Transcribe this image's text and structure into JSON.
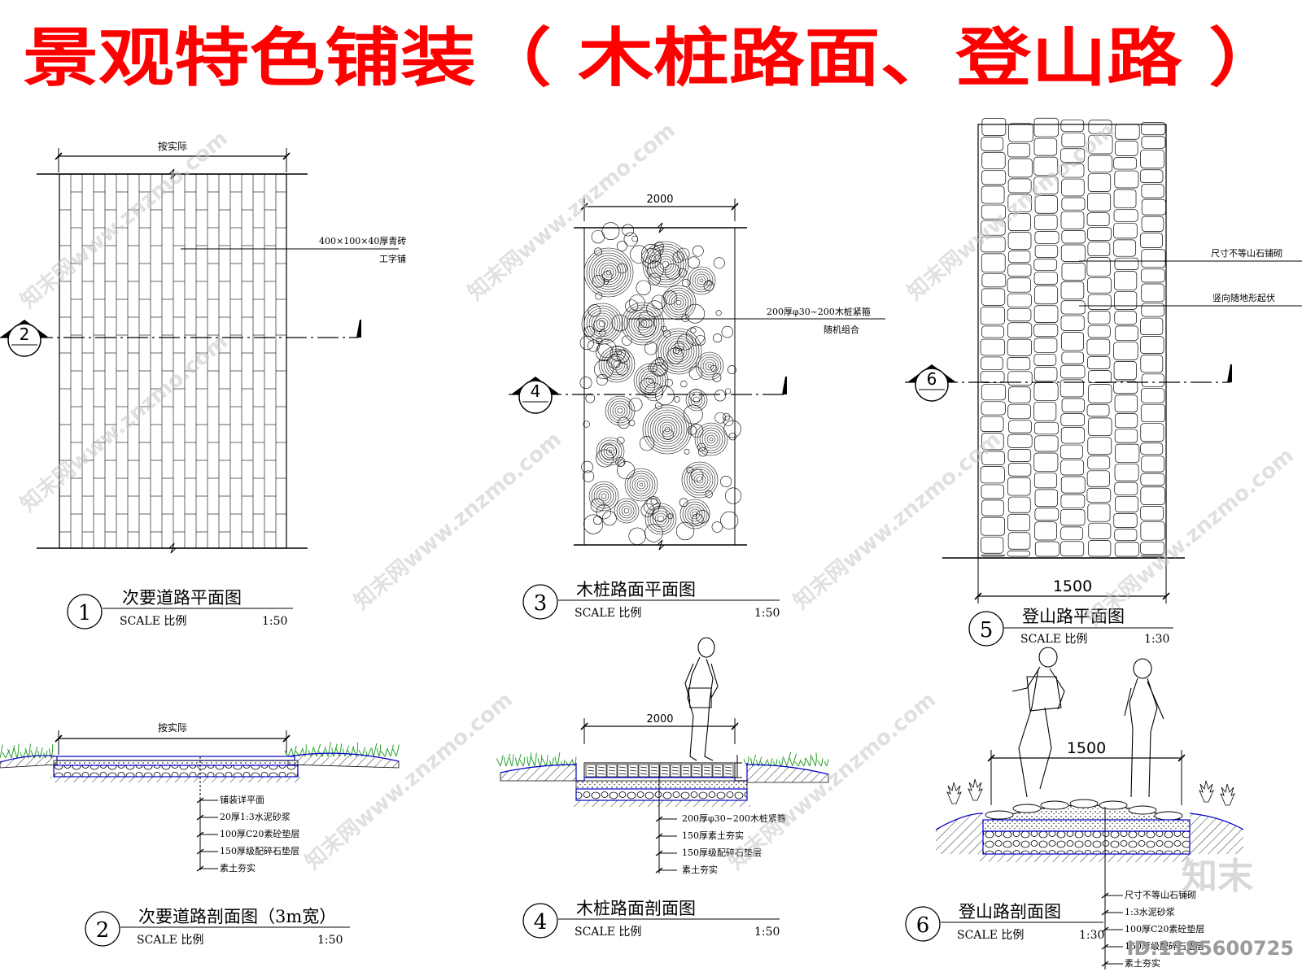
{
  "title": "景观特色铺装（ 木桩路面、登山路 ）",
  "watermark": "知末网www.znzmo.com",
  "brand": "知末",
  "id_text": "ID:1185600725",
  "colors": {
    "title": "#ff0000",
    "accent_blue": "#0000cc"
  },
  "drawings": [
    {
      "num": "1",
      "name": "次要道路平面图",
      "scale_label": "SCALE 比例",
      "scale": "1:50"
    },
    {
      "num": "2",
      "name": "次要道路剖面图（3m宽）",
      "scale_label": "SCALE 比例",
      "scale": "1:50"
    },
    {
      "num": "3",
      "name": "木桩路面平面图",
      "scale_label": "SCALE 比例",
      "scale": "1:50"
    },
    {
      "num": "4",
      "name": "木桩路面剖面图",
      "scale_label": "SCALE 比例",
      "scale": "1:50"
    },
    {
      "num": "5",
      "name": "登山路平面图",
      "scale_label": "SCALE 比例",
      "scale": "1:30"
    },
    {
      "num": "6",
      "name": "登山路剖面图",
      "scale_label": "SCALE 比例",
      "scale": "1:30"
    }
  ],
  "plan1": {
    "dim": "按实际",
    "note1": "400×100×40厚青砖",
    "note2": "工字铺",
    "section_mark": "2"
  },
  "plan3": {
    "dim": "2000",
    "note1": "200厚φ30~200木桩紧箍",
    "note2": "随机组合",
    "section_mark": "4"
  },
  "plan5": {
    "dim": "1500",
    "note1": "尺寸不等山石铺砌",
    "note2": "竖向随地形起伏",
    "section_mark": "6"
  },
  "section2": {
    "dim": "按实际",
    "layers": [
      "铺装详平面",
      "20厚1:3水泥砂浆",
      "100厚C20素砼垫层",
      "150厚级配碎石垫层",
      "素土夯实"
    ]
  },
  "section4": {
    "dim": "2000",
    "layers": [
      "200厚φ30~200木桩紧箍",
      "150厚素土夯实",
      "150厚级配碎石垫层",
      "素土夯实"
    ]
  },
  "section6": {
    "dim": "1500",
    "layers": [
      "尺寸不等山石铺砌",
      "1:3水泥砂浆",
      "100厚C20素砼垫层",
      "150厚级配碎石垫层",
      "素土夯实"
    ]
  }
}
